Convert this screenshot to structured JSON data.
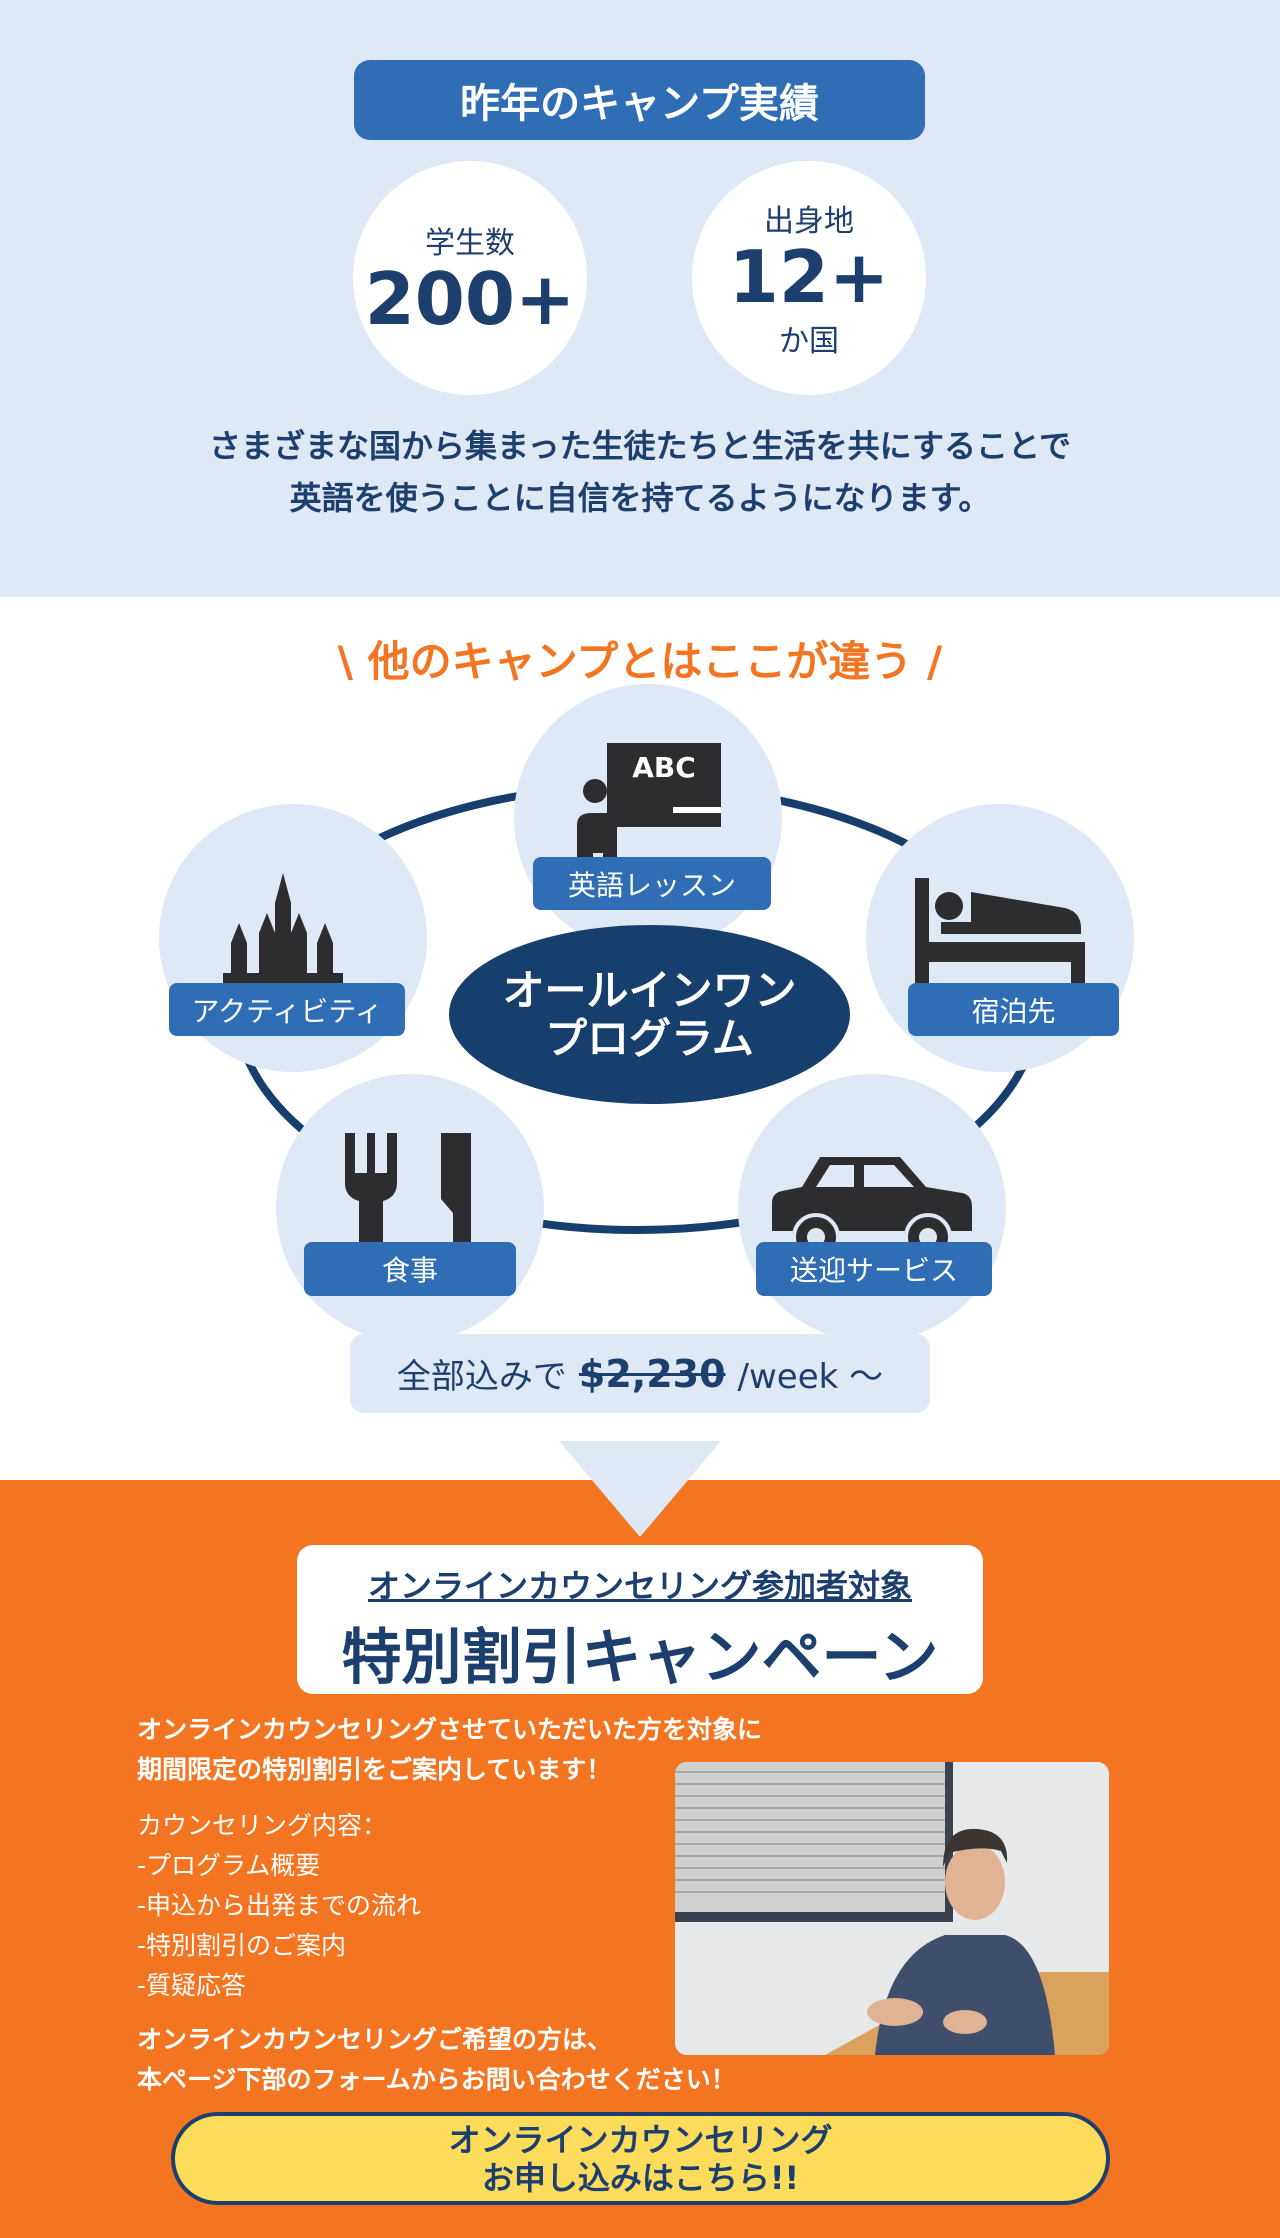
{
  "results": {
    "title": "昨年のキャンプ実績",
    "stats": [
      {
        "label": "学生数",
        "value": "200+",
        "unit": ""
      },
      {
        "label": "出身地",
        "value": "12+",
        "unit": "か国"
      }
    ],
    "description": [
      "さまざまな国から集まった生徒たちと生活を共にすることで",
      "英語を使うことに自信を持てるようになります。"
    ]
  },
  "features": {
    "heading": "\\ 他のキャンプとはここが違う /",
    "center": [
      "オールインワン",
      "プログラム"
    ],
    "items": [
      {
        "label": "英語レッスン",
        "icon": "teacher-icon"
      },
      {
        "label": "アクティビティ",
        "icon": "castle-icon"
      },
      {
        "label": "宿泊先",
        "icon": "bed-icon"
      },
      {
        "label": "食事",
        "icon": "fork-knife-icon"
      },
      {
        "label": "送迎サービス",
        "icon": "car-icon"
      }
    ],
    "board_text": "ABC",
    "price_prefix": "全部込みで",
    "price": "$2,230",
    "price_suffix": "/week 〜"
  },
  "campaign": {
    "subtitle": "オンラインカウンセリング参加者対象",
    "title": "特別割引キャンペーン",
    "intro": [
      "オンラインカウンセリングさせていただいた方を対象に",
      "期間限定の特別割引をご案内しています！"
    ],
    "contents_label": "カウンセリング内容：",
    "contents": [
      "-プログラム概要",
      "-申込から出発までの流れ",
      "-特別割引のご案内",
      "-質疑応答"
    ],
    "outro": [
      "オンラインカウンセリングご希望の方は、",
      "本ページ下部のフォームからお問い合わせください！"
    ],
    "cta": [
      "オンラインカウンセリング",
      "お申し込みはこちら!!"
    ]
  },
  "colors": {
    "navy": "#1c3f6e",
    "blue": "#2f6db5",
    "orange": "#f47521",
    "light": "#dfe8f5",
    "yellow": "#fddb5b"
  }
}
